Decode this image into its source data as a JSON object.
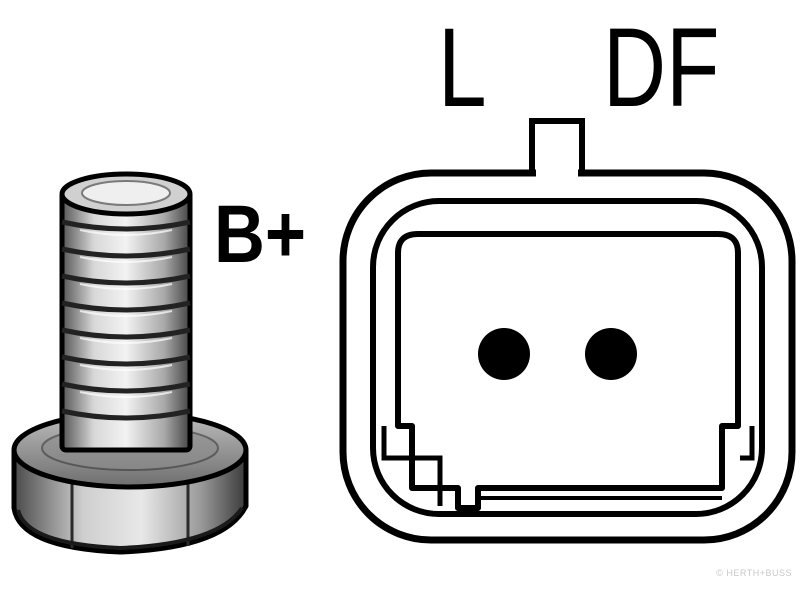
{
  "terminals": {
    "l_label": "L",
    "df_label": "DF",
    "b_plus_label": "B+"
  },
  "watermark": {
    "text": "© HERTH+BUSS"
  },
  "colors": {
    "ink": "#000000",
    "background": "#ffffff",
    "metal_light": "#e6e6e6",
    "metal_mid": "#9a9a9a",
    "metal_dark": "#3a3a3a"
  },
  "icons": {
    "bolt": "threaded-bolt-icon",
    "connector": "two-pin-plug-connector-icon"
  }
}
